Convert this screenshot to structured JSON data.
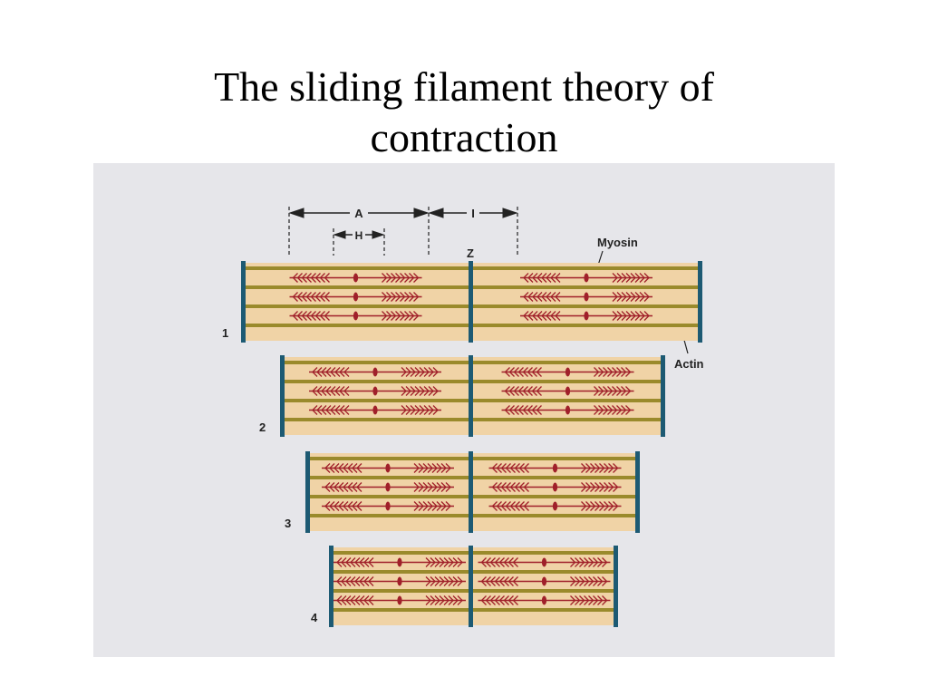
{
  "slide": {
    "title_line1": "The sliding filament theory of",
    "title_line2": "contraction"
  },
  "diagram": {
    "labels": {
      "a_band": "A",
      "h_zone": "H",
      "i_band": "I",
      "z_line": "Z",
      "myosin": "Myosin",
      "actin": "Actin"
    },
    "stages": [
      {
        "number": "1"
      },
      {
        "number": "2"
      },
      {
        "number": "3"
      },
      {
        "number": "4"
      }
    ],
    "colors": {
      "background": "#e6e6ea",
      "sarcomere_fill": "#f0d3a6",
      "actin": "#9a8a2c",
      "myosin": "#a0202a",
      "z_line": "#1d5a73"
    }
  }
}
